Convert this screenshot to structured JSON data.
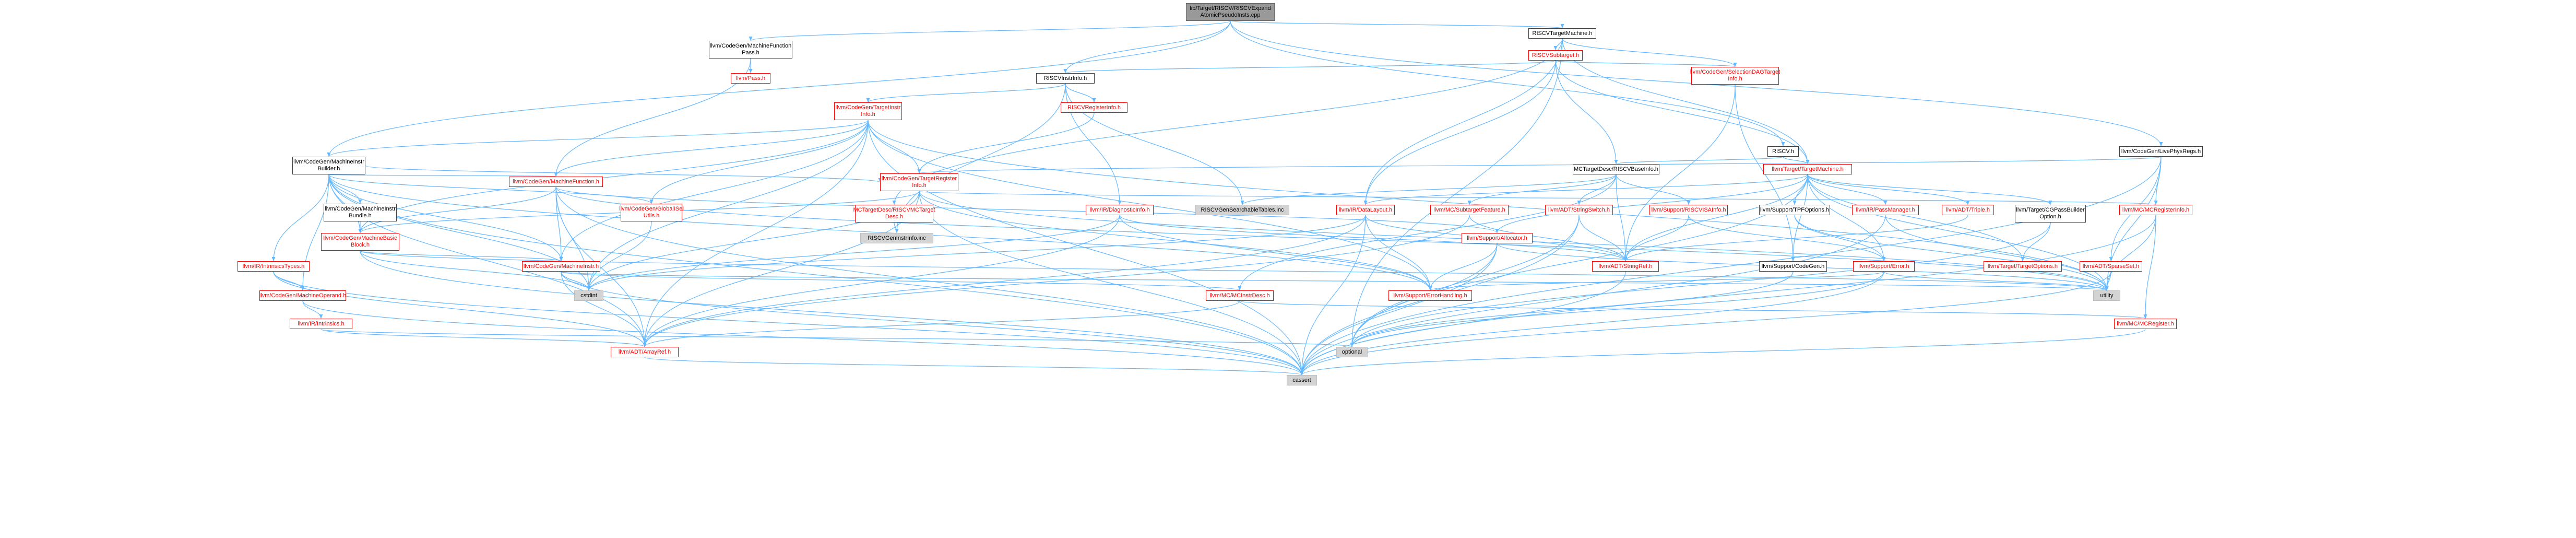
{
  "colors": {
    "edge": "#63b8ff",
    "link_node": "#ff0000",
    "plain_node": "#000000",
    "system_header_fill": "#d3d3d3",
    "root_fill": "#999999"
  },
  "nodes": {
    "root": "lib/Target/RISCV/RISCVExpand\nAtomicPseudoInsts.cpp",
    "mfp": "llvm/CodeGen/MachineFunction\nPass.h",
    "pass": "llvm/Pass.h",
    "mib": "llvm/CodeGen/MachineInstr\nBuilder.h",
    "riscv_instrinfo": "RISCVInstrInfo.h",
    "target_instrinfo": "llvm/CodeGen/TargetInstr\nInfo.h",
    "riscv_reginfo": "RISCVRegisterInfo.h",
    "riscv_targetmachine": "RISCVTargetMachine.h",
    "riscv_subtarget": "RISCVSubtarget.h",
    "selectiondag_info": "llvm/CodeGen/SelectionDAGTarget\nInfo.h",
    "riscv_h": "RISCV.h",
    "live_phys_regs": "llvm/CodeGen/LivePhysRegs.h",
    "target_machine": "llvm/Target/TargetMachine.h",
    "mc_base_info": "MCTargetDesc/RISCVBaseInfo.h",
    "target_reginfo": "llvm/CodeGen/TargetRegister\nInfo.h",
    "machine_function": "llvm/CodeGen/MachineFunction.h",
    "mi_bundle": "llvm/CodeGen/MachineInstr\nBundle.h",
    "mbb": "llvm/CodeGen/MachineBasic\nBlock.h",
    "global_isel_utils": "llvm/CodeGen/GlobalISel\nUtils.h",
    "machine_instr": "llvm/CodeGen/MachineInstr.h",
    "ir_intrinsics_types": "llvm/IR/IntrinsicsTypes.h",
    "machine_operand": "llvm/CodeGen/MachineOperand.h",
    "ir_intrinsics": "llvm/IR/Intrinsics.h",
    "array_ref": "llvm/ADT/ArrayRef.h",
    "cassert": "cassert",
    "cstdint": "cstdint",
    "optional": "optional",
    "utility": "utility",
    "diag_info": "llvm/IR/DiagnosticInfo.h",
    "mc_target_desc": "MCTargetDesc/RISCVMCTarget\nDesc.h",
    "riscv_gen_instr_info": "RISCVGenInstrInfo.inc",
    "riscv_gen_searchable": "RISCVGenSearchableTables.inc",
    "ir_datalayout": "llvm/IR/DataLayout.h",
    "mc_subtarget_feature": "llvm/MC/SubtargetFeature.h",
    "string_switch": "llvm/ADT/StringSwitch.h",
    "riscv_isainfo": "llvm/Support/RISCVISAInfo.h",
    "tpf_options": "llvm/Support/TPFOptions.h",
    "pass_manager": "llvm/IR/PassManager.h",
    "triple": "llvm/ADT/Triple.h",
    "cgpassbuilder": "llvm/Target/CGPassBuilder\nOption.h",
    "mc_reginfo": "llvm/MC/MCRegisterInfo.h",
    "support_allocator": "llvm/Support/Allocator.h",
    "string_ref": "llvm/ADT/StringRef.h",
    "codegen_h": "llvm/Support/CodeGen.h",
    "support_error": "llvm/Support/Error.h",
    "target_options": "llvm/Target/TargetOptions.h",
    "sparse_set": "llvm/ADT/SparseSet.h",
    "mc_instr_desc": "llvm/MC/MCInstrDesc.h",
    "error_handling": "llvm/Support/ErrorHandling.h",
    "mc_register": "llvm/MC/MCRegister.h"
  }
}
